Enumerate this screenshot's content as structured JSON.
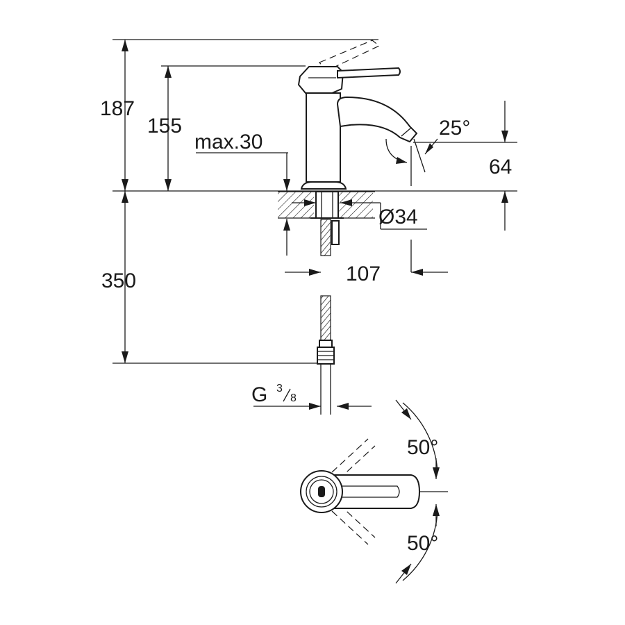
{
  "dimensions": {
    "total_height": "187",
    "spout_height": "155",
    "max_deck": "max.30",
    "spout_angle": "25°",
    "spout_clearance": "64",
    "hole_diameter": "Ø34",
    "spout_reach": "107",
    "hose_length": "350",
    "connection_prefix": "G",
    "connection_num": "3",
    "connection_den": "8",
    "lever_angle_top": "50°",
    "lever_angle_bottom": "50°"
  },
  "colors": {
    "line": "#1a1a1a",
    "background": "#ffffff"
  }
}
